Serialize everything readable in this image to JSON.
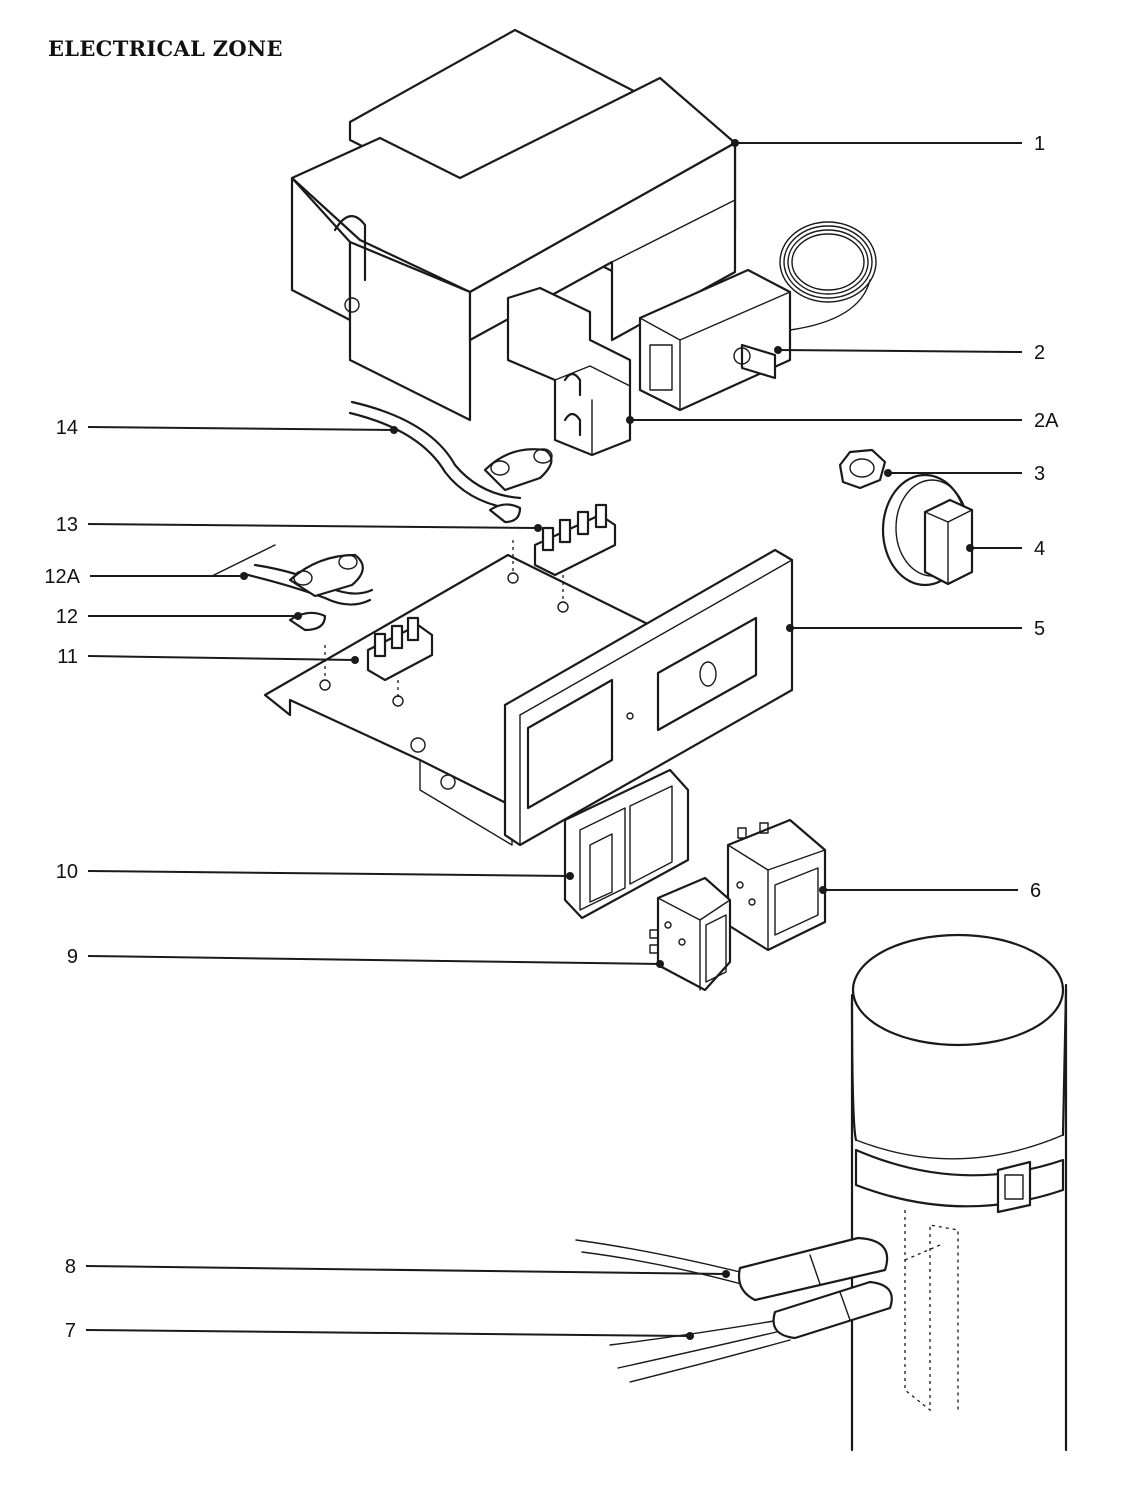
{
  "title": "ELECTRICAL ZONE",
  "callouts": [
    {
      "id": "1",
      "label": "1",
      "side": "right",
      "target": [
        735,
        143
      ],
      "end": [
        1022,
        143
      ]
    },
    {
      "id": "2",
      "label": "2",
      "side": "right",
      "target": [
        778,
        350
      ],
      "end": [
        1022,
        352
      ]
    },
    {
      "id": "2A",
      "label": "2A",
      "side": "right",
      "target": [
        630,
        420
      ],
      "end": [
        1022,
        420
      ]
    },
    {
      "id": "3",
      "label": "3",
      "side": "right",
      "target": [
        888,
        473
      ],
      "end": [
        1022,
        473
      ]
    },
    {
      "id": "4",
      "label": "4",
      "side": "right",
      "target": [
        970,
        548
      ],
      "end": [
        1022,
        548
      ]
    },
    {
      "id": "5",
      "label": "5",
      "side": "right",
      "target": [
        790,
        628
      ],
      "end": [
        1022,
        628
      ]
    },
    {
      "id": "6",
      "label": "6",
      "side": "right",
      "target": [
        823,
        890
      ],
      "end": [
        1018,
        890
      ]
    },
    {
      "id": "9",
      "label": "9",
      "side": "left",
      "target": [
        660,
        964
      ],
      "end": [
        88,
        956
      ]
    },
    {
      "id": "10",
      "label": "10",
      "side": "left",
      "target": [
        570,
        876
      ],
      "end": [
        88,
        871
      ]
    },
    {
      "id": "11",
      "label": "11",
      "side": "left",
      "target": [
        355,
        660
      ],
      "end": [
        88,
        656
      ]
    },
    {
      "id": "12",
      "label": "12",
      "side": "left",
      "target": [
        298,
        616
      ],
      "end": [
        88,
        616
      ]
    },
    {
      "id": "12A",
      "label": "12A",
      "side": "left",
      "target": [
        244,
        576
      ],
      "end": [
        90,
        576
      ]
    },
    {
      "id": "13",
      "label": "13",
      "side": "left",
      "target": [
        538,
        528
      ],
      "end": [
        88,
        524
      ]
    },
    {
      "id": "14",
      "label": "14",
      "side": "left",
      "target": [
        394,
        430
      ],
      "end": [
        88,
        427
      ]
    },
    {
      "id": "8",
      "label": "8",
      "side": "left",
      "target": [
        726,
        1274
      ],
      "end": [
        86,
        1266
      ]
    },
    {
      "id": "7",
      "label": "7",
      "side": "left",
      "target": [
        690,
        1336
      ],
      "end": [
        86,
        1330
      ]
    }
  ]
}
